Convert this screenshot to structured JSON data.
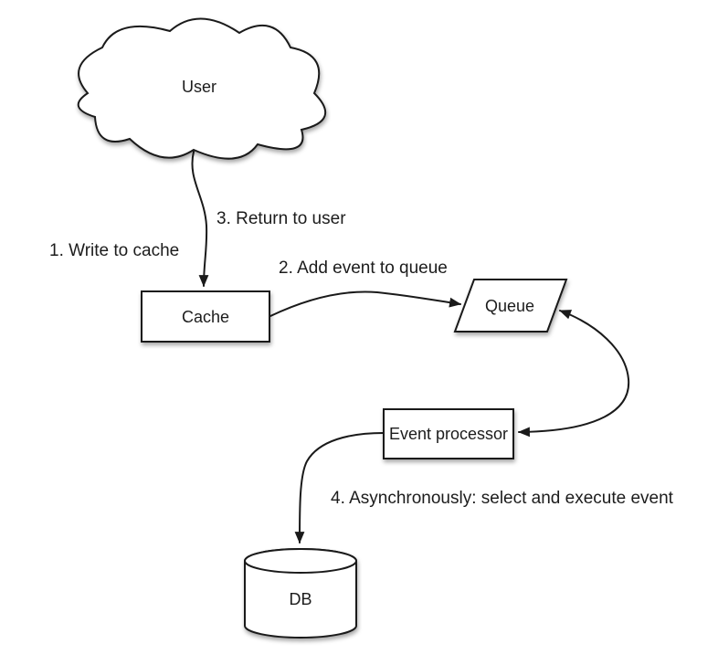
{
  "diagram": {
    "background": "#ffffff",
    "colors": {
      "stroke": "#1a1a1a",
      "node_fill": "#ffffff",
      "text": "#1c1c1c"
    },
    "nodes": {
      "user": {
        "label": "User",
        "shape": "cloud"
      },
      "cache": {
        "label": "Cache",
        "shape": "rectangle"
      },
      "queue": {
        "label": "Queue",
        "shape": "parallelogram"
      },
      "event_processor": {
        "label": "Event processor",
        "shape": "rectangle"
      },
      "db": {
        "label": "DB",
        "shape": "cylinder"
      }
    },
    "steps": {
      "step1": "1. Write to cache",
      "step2": "2. Add event to queue",
      "step3": "3. Return to user",
      "step4": "4. Asynchronously: select and execute event"
    },
    "edges": [
      {
        "from": "user",
        "to": "cache",
        "arrowheads": "to",
        "labels": [
          "1. Write to cache",
          "3. Return to user"
        ]
      },
      {
        "from": "cache",
        "to": "queue",
        "arrowheads": "to",
        "labels": [
          "2. Add event to queue"
        ]
      },
      {
        "from": "queue",
        "to": "event_processor",
        "arrowheads": "both",
        "labels": []
      },
      {
        "from": "event_processor",
        "to": "db",
        "arrowheads": "to",
        "labels": [
          "4. Asynchronously: select and execute event"
        ]
      }
    ]
  }
}
